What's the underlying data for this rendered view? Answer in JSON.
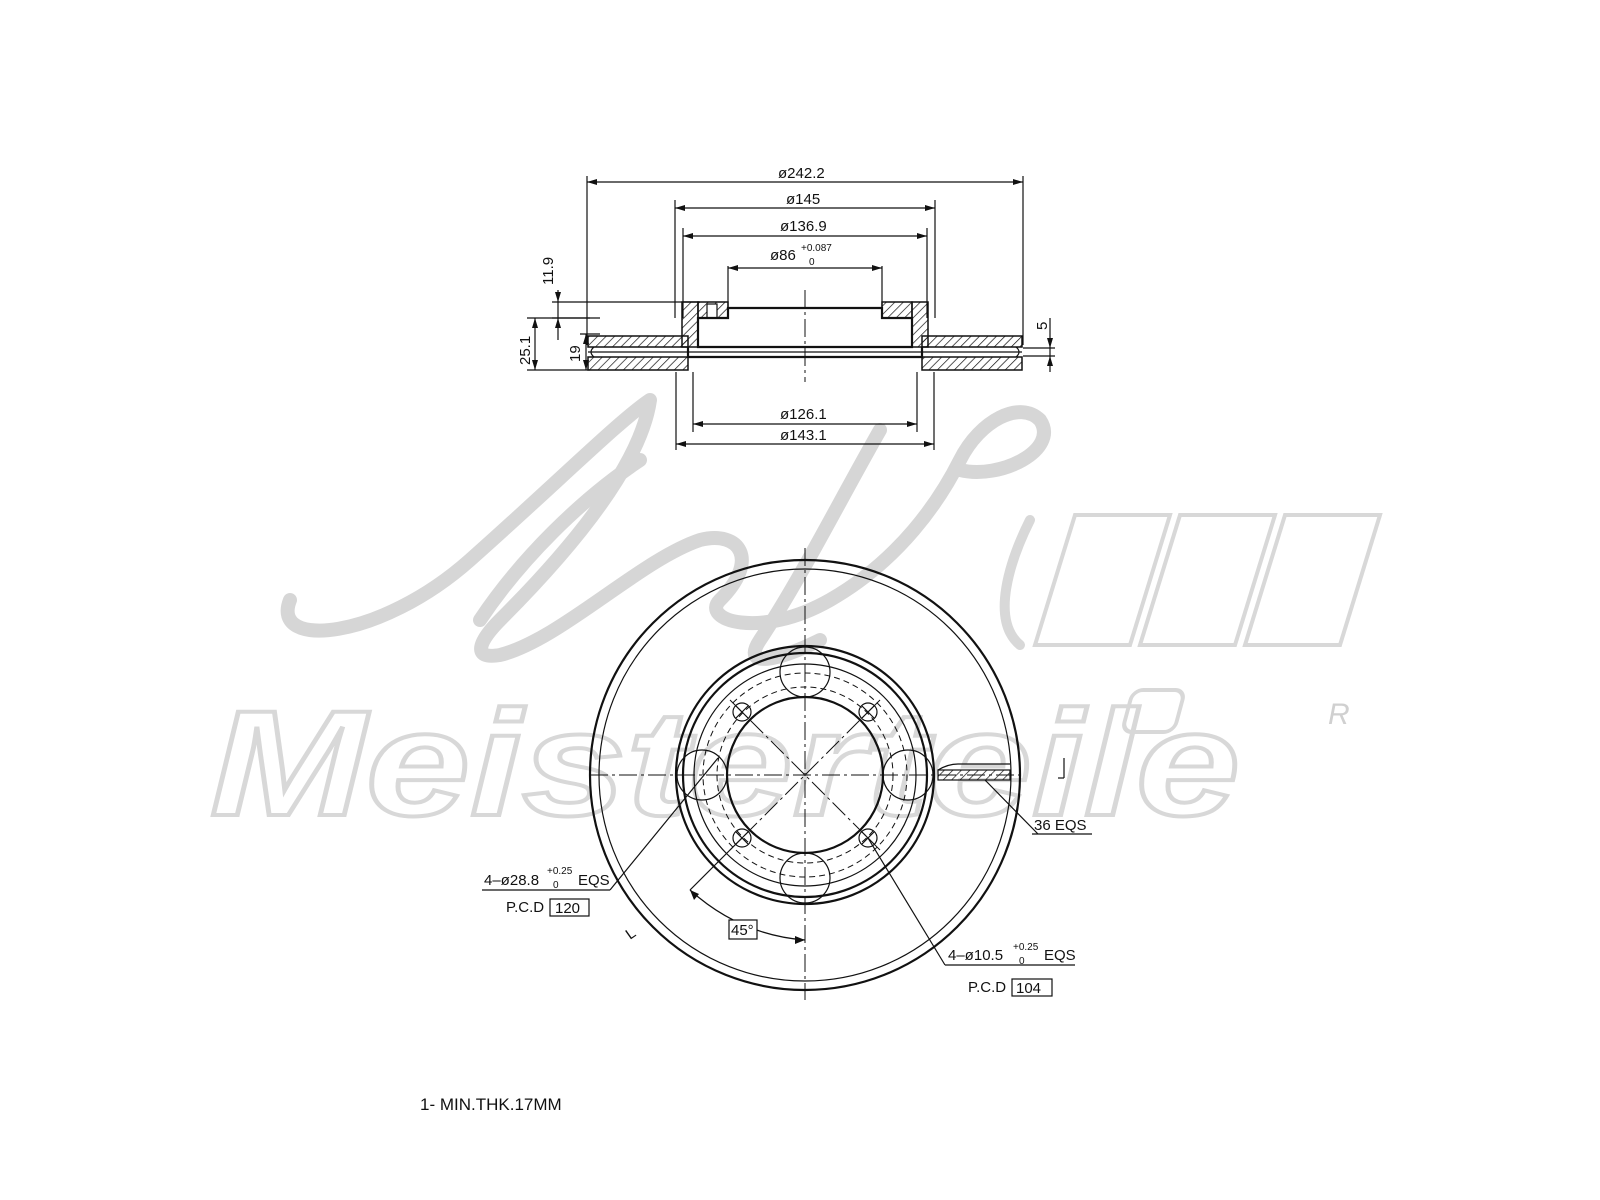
{
  "watermark": {
    "initials": "A.L.",
    "brand": "Meisterteile",
    "registered": "R"
  },
  "section_view": {
    "dim_outer_diameter": "ø242.2",
    "dim_hat_outer": "ø145",
    "dim_hat_inner": "ø136.9",
    "dim_center_bore": "ø86",
    "dim_center_bore_tol_upper": "+0.087",
    "dim_center_bore_tol_lower": "0",
    "dim_hat_height": "11.9",
    "dim_total_height": "25.1",
    "dim_disc_thickness": "19",
    "dim_vent_gap": "5",
    "dim_bottom_inner": "ø126.1",
    "dim_bottom_outer": "ø143.1"
  },
  "plan_view": {
    "large_holes_count": "4–ø28.8",
    "large_holes_tol_upper": "+0.25",
    "large_holes_tol_lower": "0",
    "large_holes_suffix": "EQS",
    "large_holes_pcd_label": "P.C.D",
    "large_holes_pcd_value": "120",
    "bolt_holes_count": "4–ø10.5",
    "bolt_holes_tol_upper": "+0.25",
    "bolt_holes_tol_lower": "0",
    "bolt_holes_suffix": "EQS",
    "bolt_holes_pcd_label": "P.C.D",
    "bolt_holes_pcd_value": "104",
    "angle": "45°",
    "vanes": "36 EQS",
    "section_mark": "L"
  },
  "notes": {
    "min_thickness": "1- MIN.THK.17MM"
  }
}
